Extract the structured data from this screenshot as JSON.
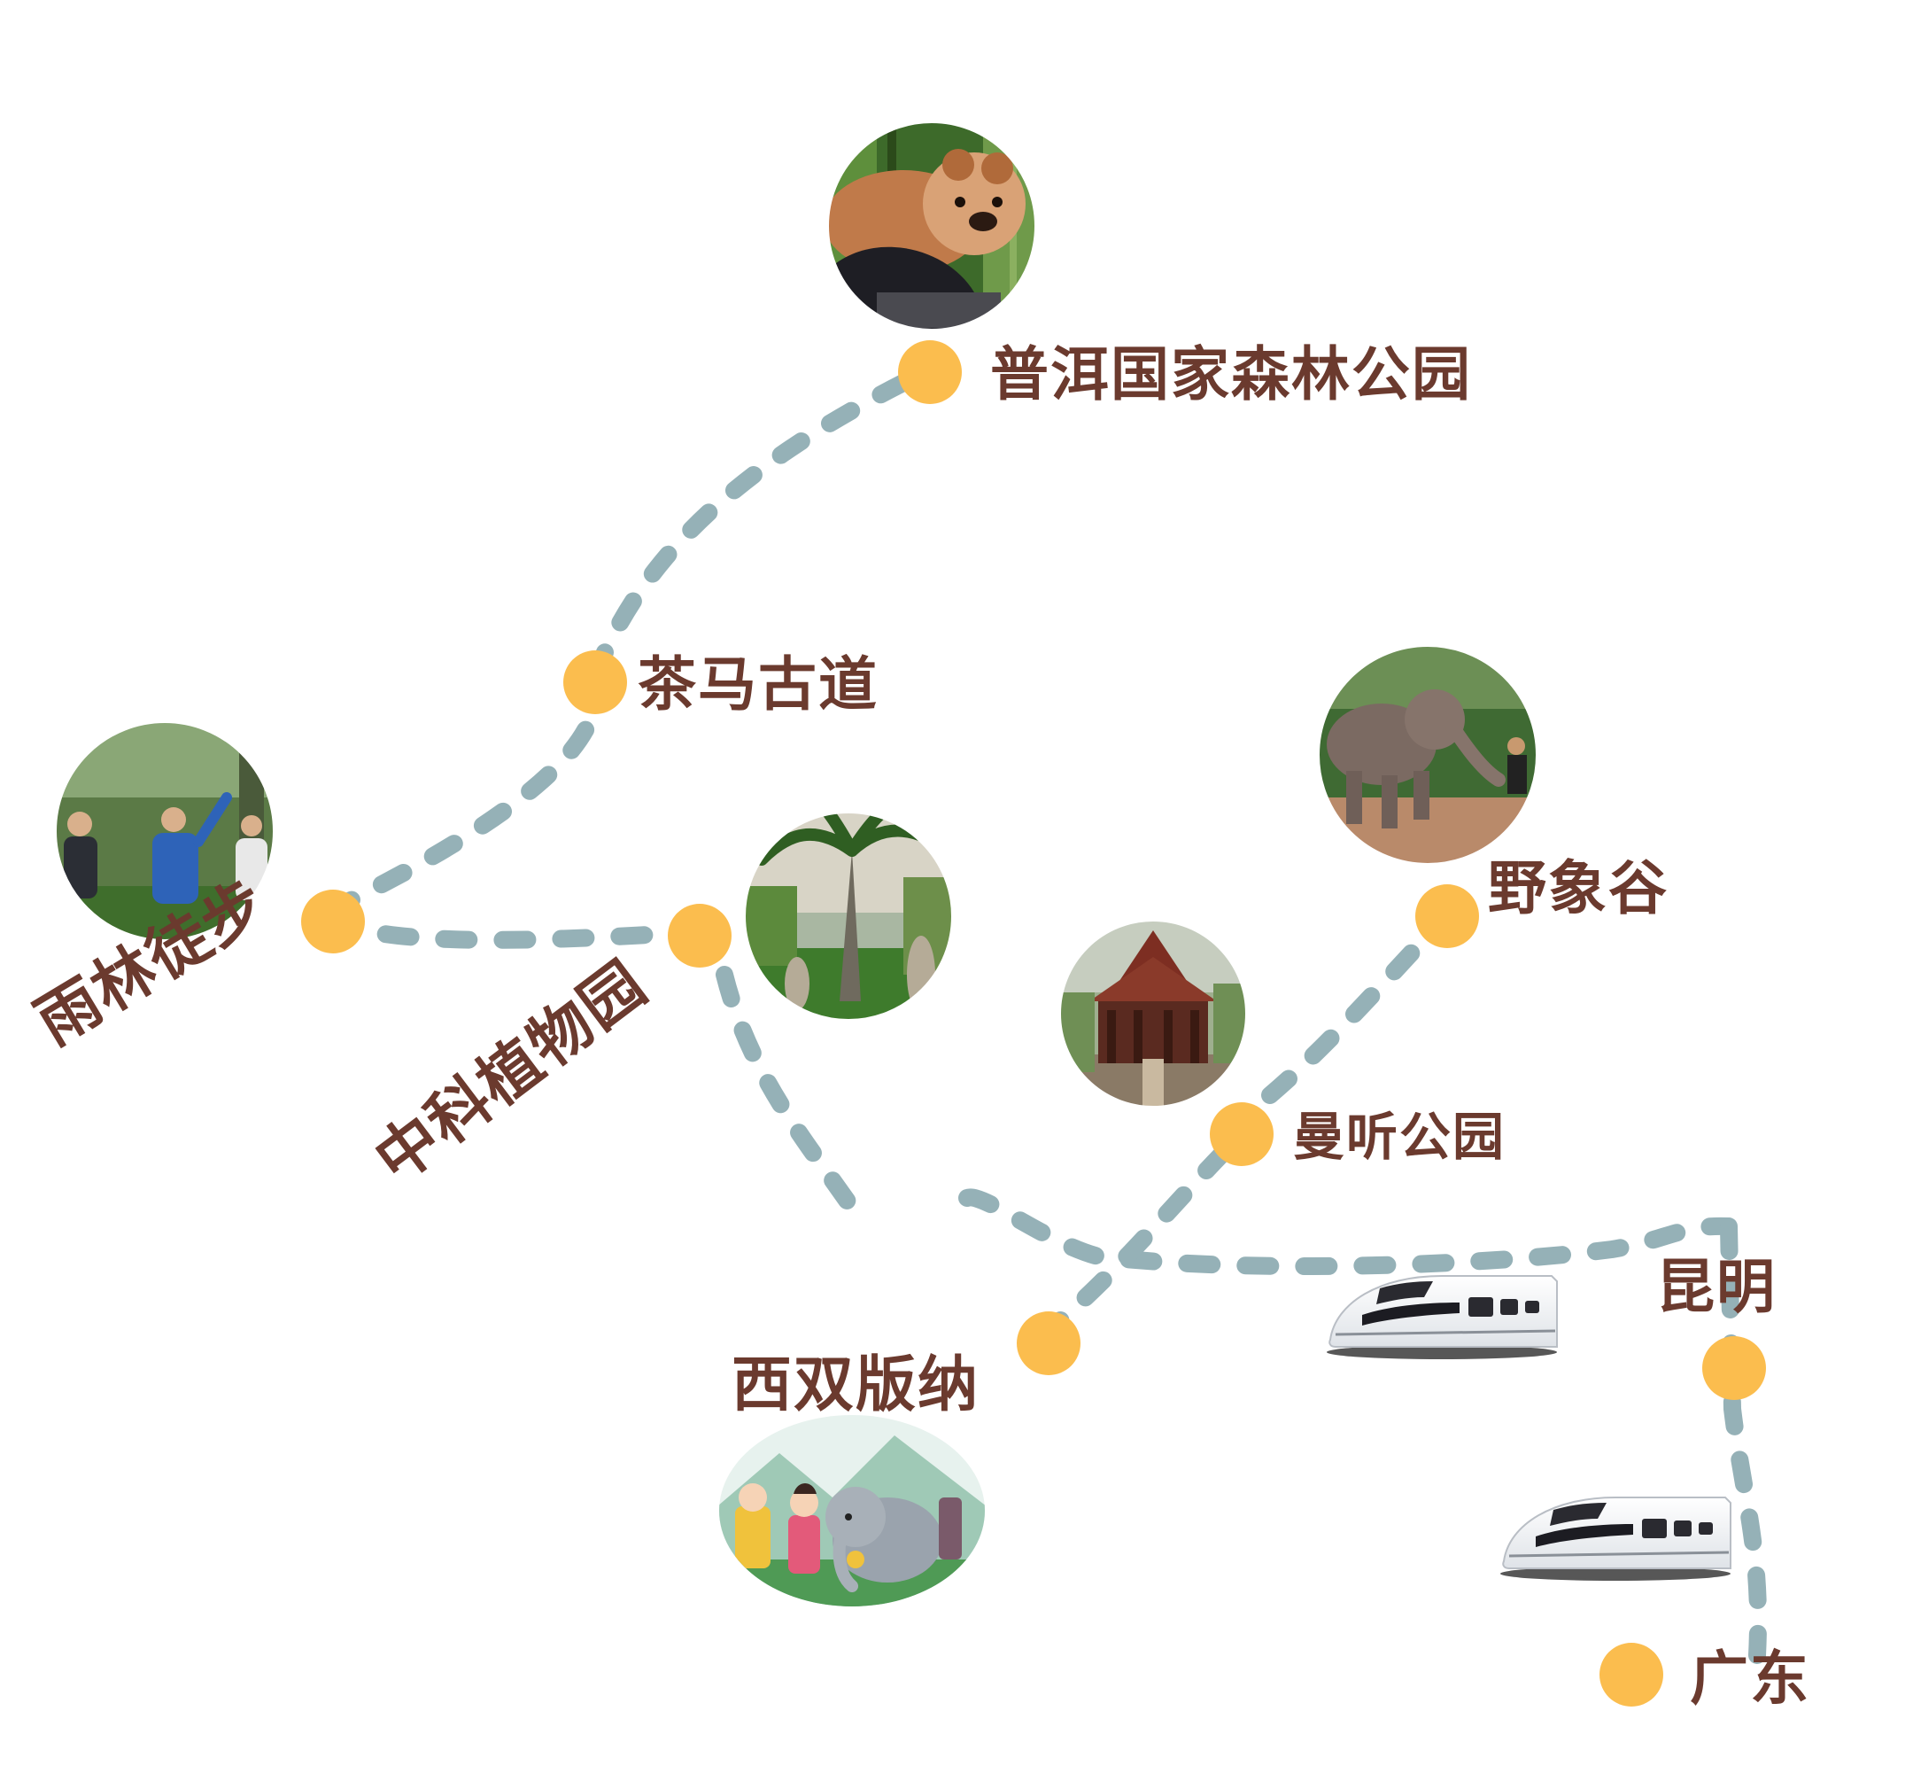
{
  "map": {
    "colors": {
      "background": "#ffffff",
      "route": "#95b1b7",
      "stop": "#fbbd4e",
      "label": "#6b3a2e"
    },
    "stops": {
      "puer_park": "普洱国家森林公园",
      "tea_horse_road": "茶马古道",
      "rainforest_hike": "雨林徒步",
      "botanical_garden": "中科植物园",
      "wild_elephant_valley": "野象谷",
      "manting_park": "曼听公园",
      "xishuangbanna": "西双版纳",
      "kunming": "昆明",
      "guangdong": "广东"
    },
    "photos": [
      {
        "subject": "red panda",
        "icon": "red-panda-photo"
      },
      {
        "subject": "hikers in rainforest",
        "icon": "hikers-photo"
      },
      {
        "subject": "palm trees",
        "icon": "palm-garden-photo"
      },
      {
        "subject": "elephant with keeper",
        "icon": "elephant-photo"
      },
      {
        "subject": "temple pavilion",
        "icon": "temple-photo"
      },
      {
        "subject": "Dai people and elephant cartoon",
        "icon": "dai-cartoon-illustration"
      }
    ],
    "trains": [
      {
        "icon": "high-speed-train-icon"
      },
      {
        "icon": "high-speed-train-icon"
      }
    ]
  }
}
